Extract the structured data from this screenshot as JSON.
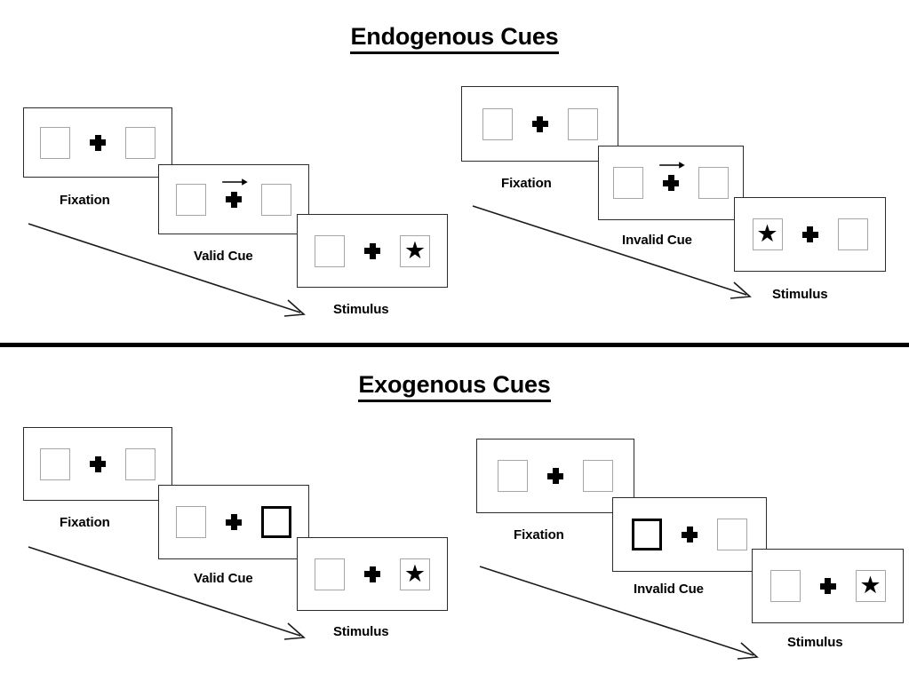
{
  "figure": {
    "sections": [
      {
        "id": "endogenous",
        "title": "Endogenous Cues",
        "columns": [
          {
            "id": "endogenous-valid",
            "frames": [
              {
                "label": "Fixation",
                "cue_type": "none",
                "left_box": "empty",
                "right_box": "empty",
                "fixation": "plus"
              },
              {
                "label": "Valid Cue",
                "cue_type": "arrow-right",
                "left_box": "empty",
                "right_box": "empty",
                "fixation": "plus"
              },
              {
                "label": "Stimulus",
                "cue_type": "none",
                "left_box": "empty",
                "right_box": "star",
                "fixation": "plus"
              }
            ]
          },
          {
            "id": "endogenous-invalid",
            "frames": [
              {
                "label": "Fixation",
                "cue_type": "none",
                "left_box": "empty",
                "right_box": "empty",
                "fixation": "plus"
              },
              {
                "label": "Invalid Cue",
                "cue_type": "arrow-right",
                "left_box": "empty",
                "right_box": "empty",
                "fixation": "plus"
              },
              {
                "label": "Stimulus",
                "cue_type": "none",
                "left_box": "star",
                "right_box": "empty",
                "fixation": "plus"
              }
            ]
          }
        ]
      },
      {
        "id": "exogenous",
        "title": "Exogenous Cues",
        "columns": [
          {
            "id": "exogenous-valid",
            "frames": [
              {
                "label": "Fixation",
                "cue_type": "none",
                "left_box": "empty",
                "right_box": "empty",
                "fixation": "plus"
              },
              {
                "label": "Valid Cue",
                "cue_type": "box-flash-right",
                "left_box": "empty",
                "right_box": "highlight",
                "fixation": "plus"
              },
              {
                "label": "Stimulus",
                "cue_type": "none",
                "left_box": "empty",
                "right_box": "star",
                "fixation": "plus"
              }
            ]
          },
          {
            "id": "exogenous-invalid",
            "frames": [
              {
                "label": "Fixation",
                "cue_type": "none",
                "left_box": "empty",
                "right_box": "empty",
                "fixation": "plus"
              },
              {
                "label": "Invalid Cue",
                "cue_type": "box-flash-left",
                "left_box": "highlight",
                "right_box": "empty",
                "fixation": "plus"
              },
              {
                "label": "Stimulus",
                "cue_type": "none",
                "left_box": "empty",
                "right_box": "star",
                "fixation": "plus"
              }
            ]
          }
        ]
      }
    ],
    "labels": {
      "endo_valid_fixation": "Fixation",
      "endo_valid_cue": "Valid Cue",
      "endo_valid_stimulus": "Stimulus",
      "endo_invalid_fixation": "Fixation",
      "endo_invalid_cue": "Invalid Cue",
      "endo_invalid_stimulus": "Stimulus",
      "exo_valid_fixation": "Fixation",
      "exo_valid_cue": "Valid Cue",
      "exo_valid_stimulus": "Stimulus",
      "exo_invalid_fixation": "Fixation",
      "exo_invalid_cue": "Invalid Cue",
      "exo_invalid_stimulus": "Stimulus"
    },
    "glyphs": {
      "star": "★",
      "plus": "✚",
      "cue_arrow": "→"
    },
    "colors": {
      "ink": "#000000",
      "frame_border": "#2b2b2b",
      "box_border": "#a6a6a6",
      "box_highlight": "#000000",
      "background": "#ffffff",
      "divider": "#000000"
    },
    "titles": {
      "top": "Endogenous Cues",
      "bottom": "Exogenous Cues"
    }
  }
}
